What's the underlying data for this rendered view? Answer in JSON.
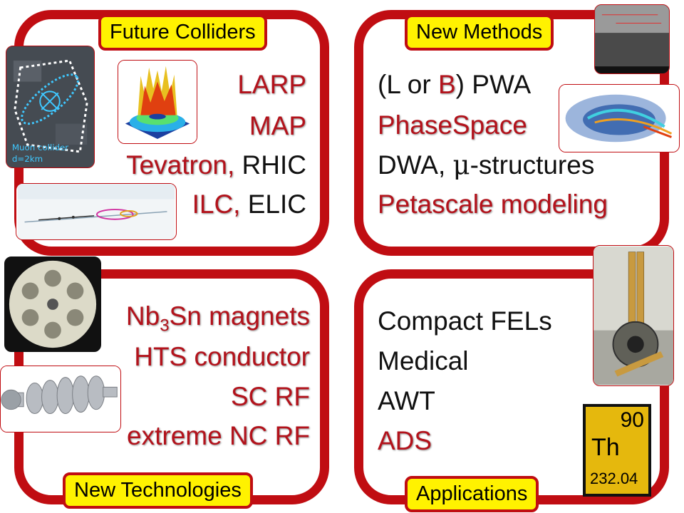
{
  "panels": {
    "future_colliders": {
      "label": "Future Colliders",
      "items": [
        {
          "red": "LARP",
          "black": ""
        },
        {
          "red": "MAP",
          "black": ""
        },
        {
          "red": "Tevatron,",
          "black": " RHIC"
        },
        {
          "red": "ILC,",
          "black": " ELIC"
        }
      ],
      "muon_caption_1": "Muon collider",
      "muon_caption_2": "d=2km"
    },
    "new_methods": {
      "label": "New Methods",
      "line1": {
        "pre": "(L or ",
        "red": "B",
        "post": ") PWA"
      },
      "line2": "PhaseSpace",
      "line3": {
        "pre": "DWA, ",
        "mu": "μ",
        "post": "-structures"
      },
      "line4": "Petascale modeling"
    },
    "new_technologies": {
      "label": "New Technologies",
      "line1": {
        "pre": "Nb",
        "sub": "3",
        "post": "Sn magnets"
      },
      "line2": "HTS conductor",
      "line3": "SC RF",
      "line4": "extreme NC RF"
    },
    "applications": {
      "label": "Applications",
      "items": [
        {
          "text": "Compact FELs",
          "color": "black"
        },
        {
          "text": "Medical",
          "color": "black"
        },
        {
          "text": "AWT",
          "color": "black"
        },
        {
          "text": "ADS",
          "color": "red"
        }
      ],
      "element": {
        "number": "90",
        "symbol": "Th",
        "mass": "232.04"
      }
    }
  },
  "colors": {
    "frame": "#c00d12",
    "label_bg": "#fff200",
    "accent_text": "#b3121b",
    "element_bg": "#e5b80d"
  }
}
